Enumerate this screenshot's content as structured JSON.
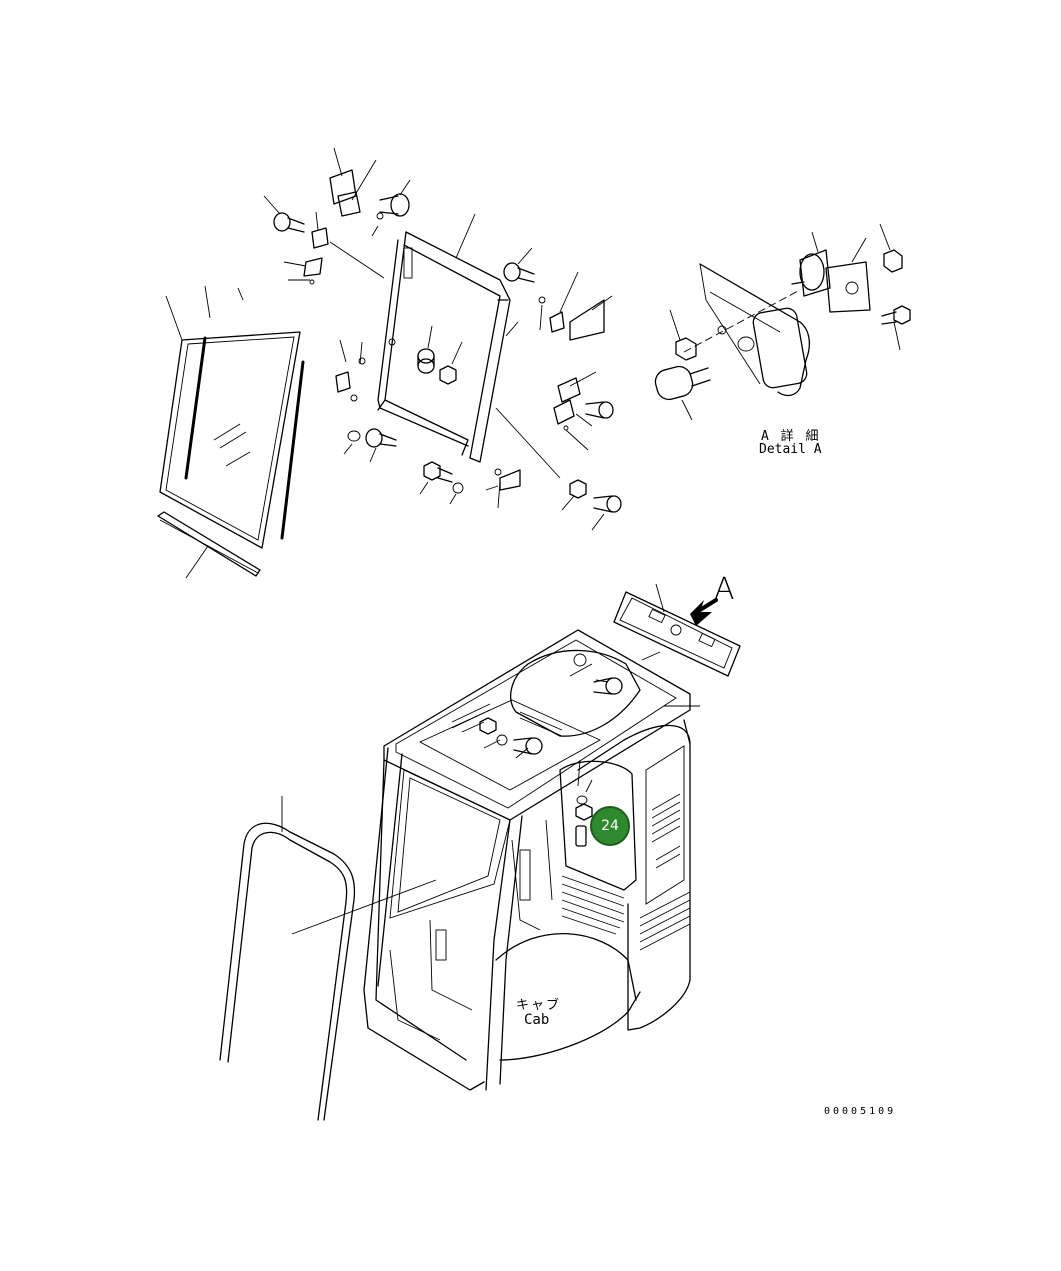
{
  "detail_a": {
    "japanese": "A 詳 細",
    "english": "Detail A"
  },
  "view_arrow_label": "A",
  "cab_label": {
    "japanese": "キャブ",
    "english": "Cab"
  },
  "callouts": [
    {
      "number": "24",
      "color": "#2f8a2f"
    }
  ],
  "drawing_number": "00005109"
}
